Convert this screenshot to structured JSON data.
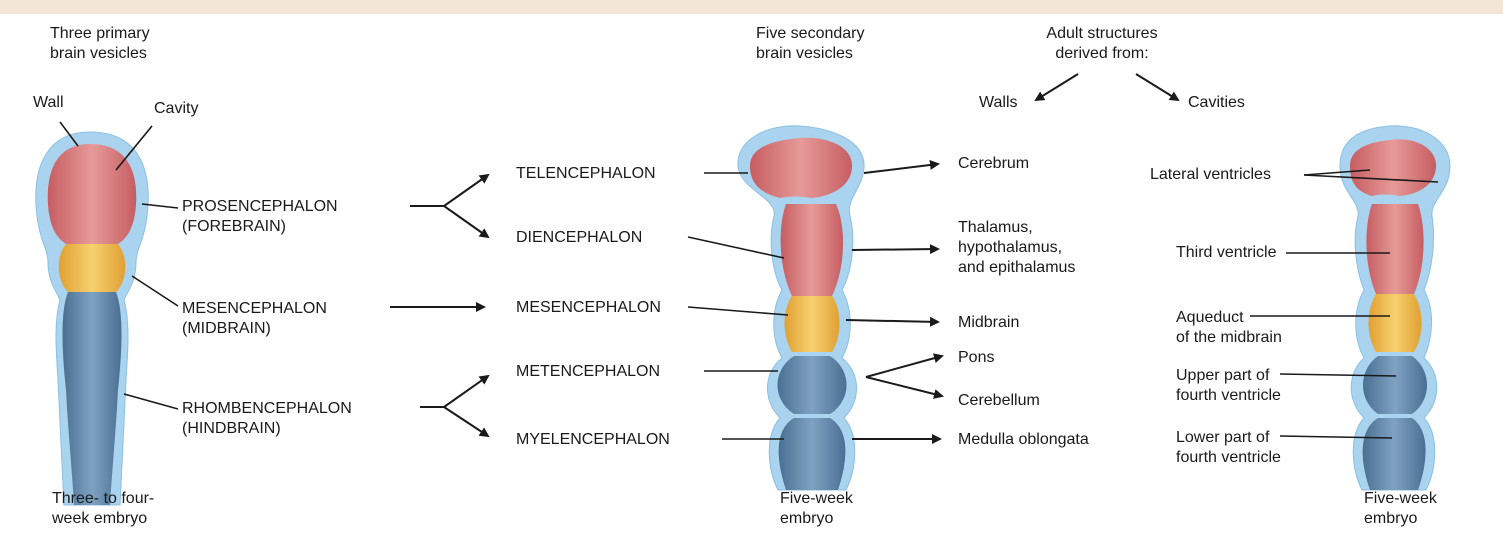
{
  "headers": {
    "primary": "Three primary\nbrain vesicles",
    "secondary": "Five secondary\nbrain vesicles",
    "adult": "Adult structures\nderived from:",
    "walls": "Walls",
    "cavities": "Cavities"
  },
  "left": {
    "wall": "Wall",
    "cavity": "Cavity",
    "prosencephalon": "PROSENCEPHALON\n(FOREBRAIN)",
    "mesencephalon": "MESENCEPHALON\n(MIDBRAIN)",
    "rhombencephalon": "RHOMBENCEPHALON\n(HINDBRAIN)",
    "caption": "Three- to four-\nweek embryo"
  },
  "secondary": {
    "telencephalon": "TELENCEPHALON",
    "diencephalon": "DIENCEPHALON",
    "mesencephalon": "MESENCEPHALON",
    "metencephalon": "METENCEPHALON",
    "myelencephalon": "MYELENCEPHALON",
    "caption": "Five-week\nembryo"
  },
  "walls": {
    "cerebrum": "Cerebrum",
    "thalamus": "Thalamus,\nhypothalamus,\nand epithalamus",
    "midbrain": "Midbrain",
    "pons": "Pons",
    "cerebellum": "Cerebellum",
    "medulla": "Medulla oblongata"
  },
  "cavities": {
    "lateral": "Lateral ventricles",
    "third": "Third ventricle",
    "aqueduct": "Aqueduct\nof the midbrain",
    "upper_fourth": "Upper part of\nfourth ventricle",
    "lower_fourth": "Lower part of\nfourth ventricle",
    "caption": "Five-week\nembryo"
  },
  "colors": {
    "wall": "#a9d3ee",
    "forebrain": "#d9787a",
    "midbrain": "#f2b94a",
    "hindbrain": "#5f86a8",
    "banner": "#f3e6d6"
  }
}
